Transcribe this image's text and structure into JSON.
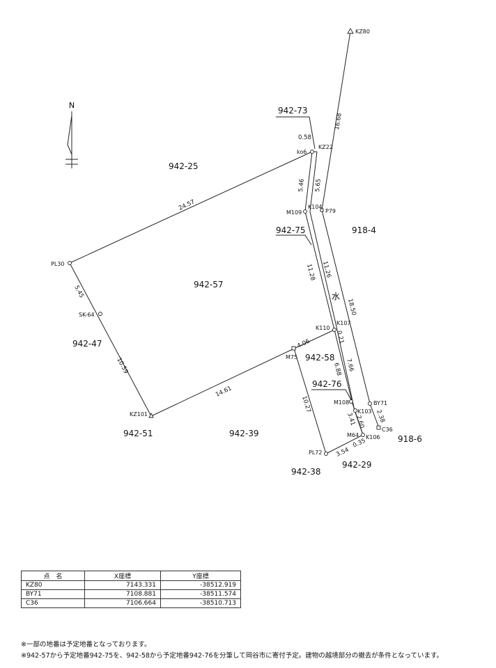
{
  "north_label": "N",
  "parcels": {
    "p942_25": "942-25",
    "p942_73": "942-73",
    "p942_75": "942-75",
    "p918_4": "918-4",
    "p942_57": "942-57",
    "p942_47": "942-47",
    "p942_58": "942-58",
    "p942_76": "942-76",
    "p942_51": "942-51",
    "p942_39": "942-39",
    "p918_6": "918-6",
    "p942_38": "942-38",
    "p942_29": "942-29",
    "water": "水"
  },
  "points": {
    "KZ80": "KZ80",
    "KZ22": "KZ22",
    "ko6": "ko6",
    "M109": "M109",
    "K104": "K104",
    "P79": "P79",
    "PL30": "PL30",
    "SK64": "SK-64",
    "K110": "K110",
    "K107": "K107",
    "M75": "M75",
    "KZ101": "KZ101",
    "M108": "M108",
    "BY71": "BY71",
    "K103": "K103",
    "C36": "C36",
    "M64": "M64",
    "K106": "K106",
    "PL72": "PL72"
  },
  "dimensions": {
    "d16_68": "16.68",
    "d0_58": "0.58",
    "d5_46": "5.46",
    "d5_65": "5.65",
    "d24_57": "24.57",
    "d11_28": "11.28",
    "d11_26": "11.26",
    "d18_50": "18.50",
    "d5_45": "5.45",
    "d0_21": "0.21",
    "d4_06": "4.06",
    "d10_59": "10.59",
    "d7_66": "7.66",
    "d6_88": "6.88",
    "d14_61": "14.61",
    "d10_27": "10.27",
    "d2_38": "2.38",
    "d2_60": "2.60",
    "d3_41": "3.41",
    "d3_54": "3.54",
    "d0_35": "0.35"
  },
  "coordinates": {
    "headers": [
      "点　名",
      "X座標",
      "Y座標"
    ],
    "rows": [
      [
        "KZ80",
        "7143.331",
        "-38512.919"
      ],
      [
        "BY71",
        "7108.881",
        "-38511.574"
      ],
      [
        "C36",
        "7106.664",
        "-38510.713"
      ]
    ]
  },
  "notes": [
    "※一部の地番は予定地番となっております。",
    "※942-57から予定地番942-75を、942-58から予定地番942-76を分筆して岡谷市に寄付予定。建物の越境部分の撤去が条件となっています。"
  ]
}
